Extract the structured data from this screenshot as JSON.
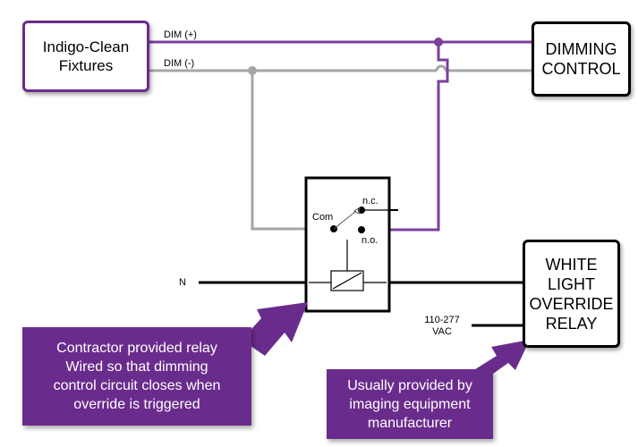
{
  "boxes": {
    "fixtures": "Indigo-Clean\nFixtures",
    "dimming_control": "DIMMING\nCONTROL",
    "override_relay": "WHITE\nLIGHT\nOVERRIDE\nRELAY"
  },
  "wires": {
    "dim_plus": "DIM (+)",
    "dim_minus": "DIM (-)",
    "neutral": "N",
    "supply": "110-277\nVAC"
  },
  "relay_terminals": {
    "com": "Com",
    "nc": "n.c.",
    "no": "n.o."
  },
  "callouts": {
    "contractor": "Contractor provided relay\nWired so that dimming\ncontrol circuit closes when\noverride is triggered",
    "imaging": "Usually provided by\nimaging equipment\nmanufacturer"
  },
  "colors": {
    "purple": "#6a2c8c",
    "wire_purple": "#7b3f9e",
    "wire_gray": "#a6a6a6"
  }
}
